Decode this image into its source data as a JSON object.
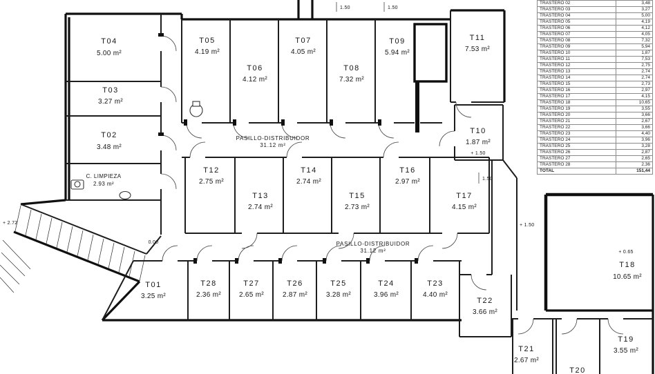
{
  "drawing": {
    "rooms": {
      "t01": {
        "id": "T01",
        "area": "3.25 m²"
      },
      "t02": {
        "id": "T02",
        "area": "3.48 m²"
      },
      "t03": {
        "id": "T03",
        "area": "3.27 m²"
      },
      "t04": {
        "id": "T04",
        "area": "5.00 m²"
      },
      "t05": {
        "id": "T05",
        "area": "4.19 m²"
      },
      "t06": {
        "id": "T06",
        "area": "4.12 m²"
      },
      "t07": {
        "id": "T07",
        "area": "4.05 m²"
      },
      "t08": {
        "id": "T08",
        "area": "7.32 m²"
      },
      "t09": {
        "id": "T09",
        "area": "5.94 m²"
      },
      "t10": {
        "id": "T10",
        "area": "1.87 m²"
      },
      "t11": {
        "id": "T11",
        "area": "7.53 m²"
      },
      "t12": {
        "id": "T12",
        "area": "2.75 m²"
      },
      "t13": {
        "id": "T13",
        "area": "2.74 m²"
      },
      "t14": {
        "id": "T14",
        "area": "2.74 m²"
      },
      "t15": {
        "id": "T15",
        "area": "2.73 m²"
      },
      "t16": {
        "id": "T16",
        "area": "2.97 m²"
      },
      "t17": {
        "id": "T17",
        "area": "4.15 m²"
      },
      "t18": {
        "id": "T18",
        "area": "10.65 m²"
      },
      "t19": {
        "id": "T19",
        "area": "3.55 m²"
      },
      "t20": {
        "id": "T20"
      },
      "t21": {
        "id": "T21",
        "area": "2.67 m²"
      },
      "t22": {
        "id": "T22",
        "area": "3.66 m²"
      },
      "t23": {
        "id": "T23",
        "area": "4.40 m²"
      },
      "t24": {
        "id": "T24",
        "area": "3.96 m²"
      },
      "t25": {
        "id": "T25",
        "area": "3.28 m²"
      },
      "t26": {
        "id": "T26",
        "area": "2.87 m²"
      },
      "t27": {
        "id": "T27",
        "area": "2.65 m²"
      },
      "t28": {
        "id": "T28",
        "area": "2.36 m²"
      }
    },
    "corridors": {
      "upper": {
        "name": "PASILLO-DISTRIBUIDOR",
        "area": "31.12 m²"
      },
      "lower": {
        "name": "PASILLO-DISTRIBUIDOR",
        "area": "31.12 m²"
      }
    },
    "cleaning": {
      "name": "C. LIMPIEZA",
      "area": "2.93 m²"
    },
    "annotations": {
      "level_left": "+ 2.72",
      "level_zero": "0.00",
      "dim_top_a": "1.50",
      "dim_top_b": "1.50",
      "dim_right": "1.50",
      "level_t10": "+ 1.50",
      "level_passage": "+ 1.50",
      "level_t18": "+ 0.65"
    }
  },
  "table": {
    "rows": [
      {
        "label": "TRASTERO 02",
        "value": "3,48"
      },
      {
        "label": "TRASTERO 03",
        "value": "3,27"
      },
      {
        "label": "TRASTERO 04",
        "value": "5,00"
      },
      {
        "label": "TRASTERO 05",
        "value": "4,19"
      },
      {
        "label": "TRASTERO 06",
        "value": "4,12"
      },
      {
        "label": "TRASTERO 07",
        "value": "4,05"
      },
      {
        "label": "TRASTERO 08",
        "value": "7,32"
      },
      {
        "label": "TRASTERO 09",
        "value": "5,94"
      },
      {
        "label": "TRASTERO 10",
        "value": "1,87"
      },
      {
        "label": "TRASTERO 11",
        "value": "7,53"
      },
      {
        "label": "TRASTERO 12",
        "value": "2,75"
      },
      {
        "label": "TRASTERO 13",
        "value": "2,74"
      },
      {
        "label": "TRASTERO 14",
        "value": "2,74"
      },
      {
        "label": "TRASTERO 15",
        "value": "2,73"
      },
      {
        "label": "TRASTERO 16",
        "value": "2,97"
      },
      {
        "label": "TRASTERO 17",
        "value": "4,15"
      },
      {
        "label": "TRASTERO 18",
        "value": "10,65"
      },
      {
        "label": "TRASTERO 19",
        "value": "3,55"
      },
      {
        "label": "TRASTERO 20",
        "value": "3,66"
      },
      {
        "label": "TRASTERO 21",
        "value": "2,67"
      },
      {
        "label": "TRASTERO 22",
        "value": "3,66"
      },
      {
        "label": "TRASTERO 23",
        "value": "4,40"
      },
      {
        "label": "TRASTERO 24",
        "value": "3,96"
      },
      {
        "label": "TRASTERO 25",
        "value": "3,28"
      },
      {
        "label": "TRASTERO 26",
        "value": "2,87"
      },
      {
        "label": "TRASTERO 27",
        "value": "2,65"
      },
      {
        "label": "TRASTERO 28",
        "value": "2,36"
      }
    ],
    "total_label": "TOTAL",
    "total_value": "151,44"
  }
}
